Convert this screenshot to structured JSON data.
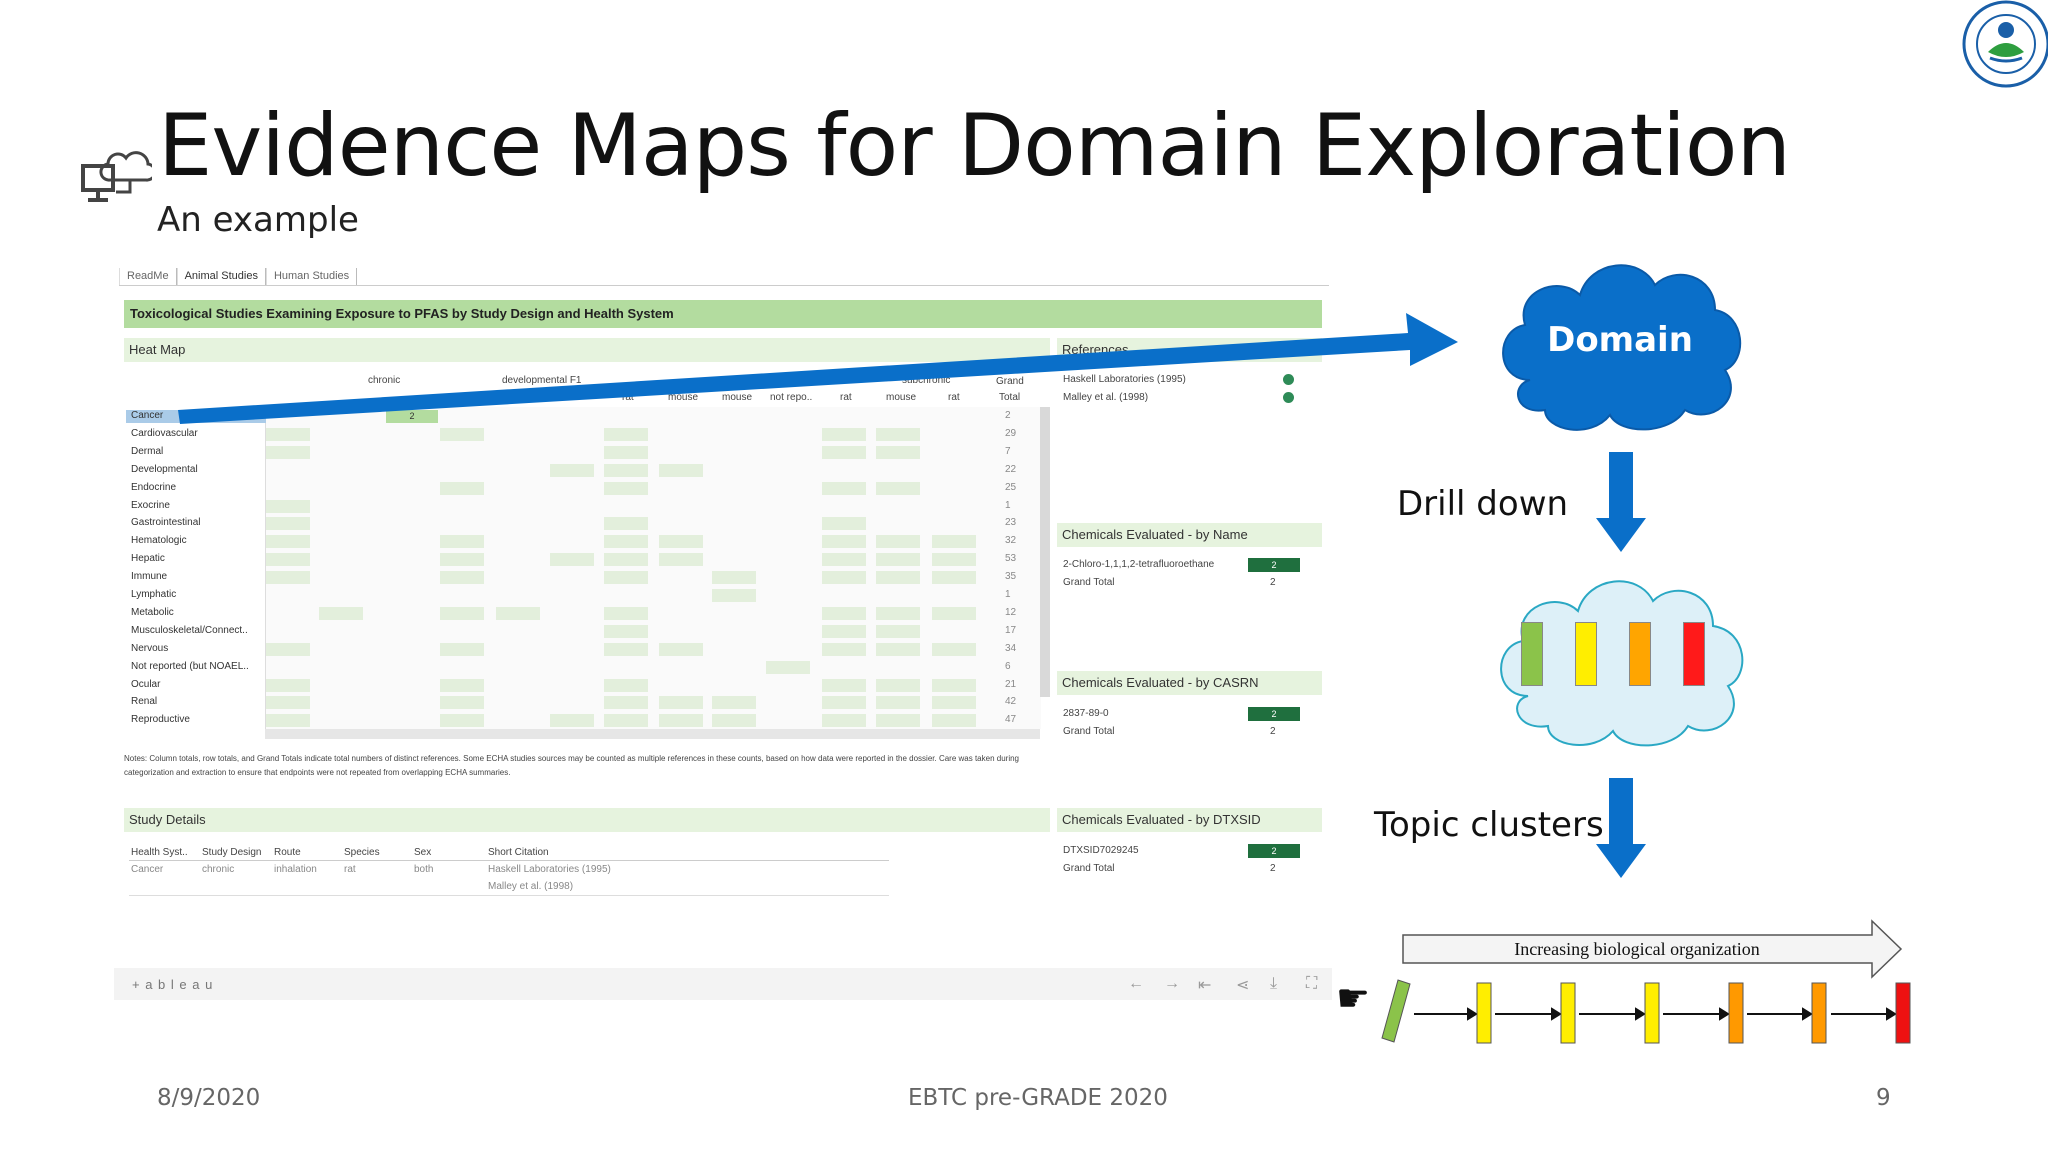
{
  "slide": {
    "title": "Evidence Maps for Domain Exploration",
    "subtitle": "An example",
    "footer_date": "8/9/2020",
    "footer_center": "EBTC pre-GRADE 2020",
    "page_number": "9"
  },
  "tableau": {
    "tabs": [
      "ReadMe",
      "Animal Studies",
      "Human Studies"
    ],
    "header_title": "Toxicological Studies Examining Exposure to PFAS by Study Design and Health System",
    "heatmap_label": "Heat Map",
    "references_label": "References",
    "col_groups": {
      "chronic": "chronic",
      "developmental": "developmental F1",
      "subchronic": "subchronic",
      "grand": "Grand",
      "total": "Total"
    },
    "col_heads": [
      "rat",
      "mouse",
      "mouse",
      "not repo..",
      "rat",
      "mouse",
      "rat"
    ],
    "health_systems": [
      "Cancer",
      "Cardiovascular",
      "Dermal",
      "Developmental",
      "Endocrine",
      "Exocrine",
      "Gastrointestinal",
      "Hematologic",
      "Hepatic",
      "Immune",
      "Lymphatic",
      "Metabolic",
      "Musculoskeletal/Connect..",
      "Nervous",
      "Not reported (but NOAEL..",
      "Ocular",
      "Renal",
      "Reproductive"
    ],
    "grand_totals": [
      "2",
      "29",
      "7",
      "22",
      "25",
      "1",
      "23",
      "32",
      "53",
      "35",
      "1",
      "12",
      "17",
      "34",
      "6",
      "21",
      "42",
      "47"
    ],
    "cancer_value": "2",
    "references": [
      "Haskell Laboratories (1995)",
      "Malley et al. (1998)"
    ],
    "chem_by_name_label": "Chemicals Evaluated - by Name",
    "chem_by_name": {
      "name": "2-Chloro-1,1,1,2-tetrafluoroethane",
      "value": "2",
      "total_label": "Grand Total",
      "total": "2"
    },
    "chem_by_casrn_label": "Chemicals Evaluated - by CASRN",
    "chem_by_casrn": {
      "name": "2837-89-0",
      "value": "2",
      "total_label": "Grand Total",
      "total": "2"
    },
    "chem_by_dtxsid_label": "Chemicals Evaluated - by DTXSID",
    "chem_by_dtxsid": {
      "name": "DTXSID7029245",
      "value": "2",
      "total_label": "Grand Total",
      "total": "2"
    },
    "notes": "Notes: Column totals, row totals, and Grand Totals indicate total numbers of distinct references. Some ECHA studies sources may be counted as multiple references in these counts, based on how data were reported in the dossier. Care was taken during categorization and extraction to ensure that endpoints were not repeated from overlapping ECHA summaries.",
    "study_details_label": "Study Details",
    "study_cols": [
      "Health Syst..",
      "Study Design",
      "Route",
      "Species",
      "Sex",
      "Short Citation"
    ],
    "study_row": [
      "Cancer",
      "chronic",
      "inhalation",
      "rat",
      "both",
      "Haskell Laboratories (1995)"
    ],
    "study_row2_citation": "Malley et al. (1998)",
    "tableau_logo": "+ a b l e a u"
  },
  "diagram": {
    "domain_label": "Domain",
    "drill_down": "Drill down",
    "topic_clusters": "Topic clusters",
    "increasing_label": "Increasing biological organization",
    "cluster_colors": [
      "#8bc34a",
      "#ffee00",
      "#ffa500",
      "#ff1a1a"
    ],
    "accent_blue": "#0070c0",
    "cloud_blue": "#0a6fc9"
  }
}
